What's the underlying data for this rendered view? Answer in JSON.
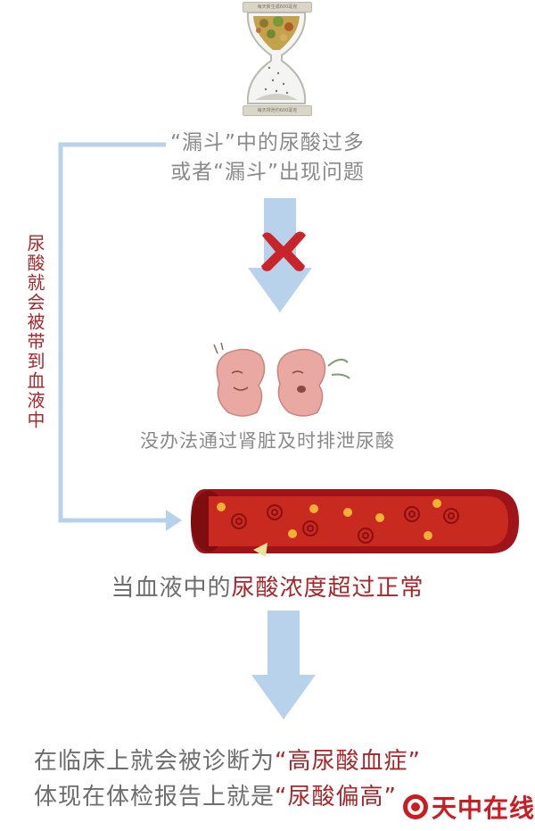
{
  "hourglass": {
    "top_label": "每天新生成600毫克",
    "bottom_label": "每天排泄约600毫克"
  },
  "problem": {
    "line1": "“漏斗”中的尿酸过多",
    "line2": "或者“漏斗”出现问题"
  },
  "side_label": "尿酸就会被带到血液中",
  "kidney_caption": "没办法通过肾脏及时排泄尿酸",
  "blood": {
    "prefix": "当血液中的",
    "highlight": "尿酸浓度超过正常"
  },
  "diagnosis": {
    "line1_prefix": "在临床上就会被诊断为",
    "line1_highlight": "“高尿酸血症”",
    "line2_prefix": "体现在体检报告上就是",
    "line2_highlight": "“尿酸偏高”"
  },
  "watermark": {
    "text": "天中在线"
  },
  "colors": {
    "arrow": "#b9d2ec",
    "accent_red": "#a8272b",
    "blood_dark": "#9e1418",
    "blood_mid": "#c92a20"
  }
}
